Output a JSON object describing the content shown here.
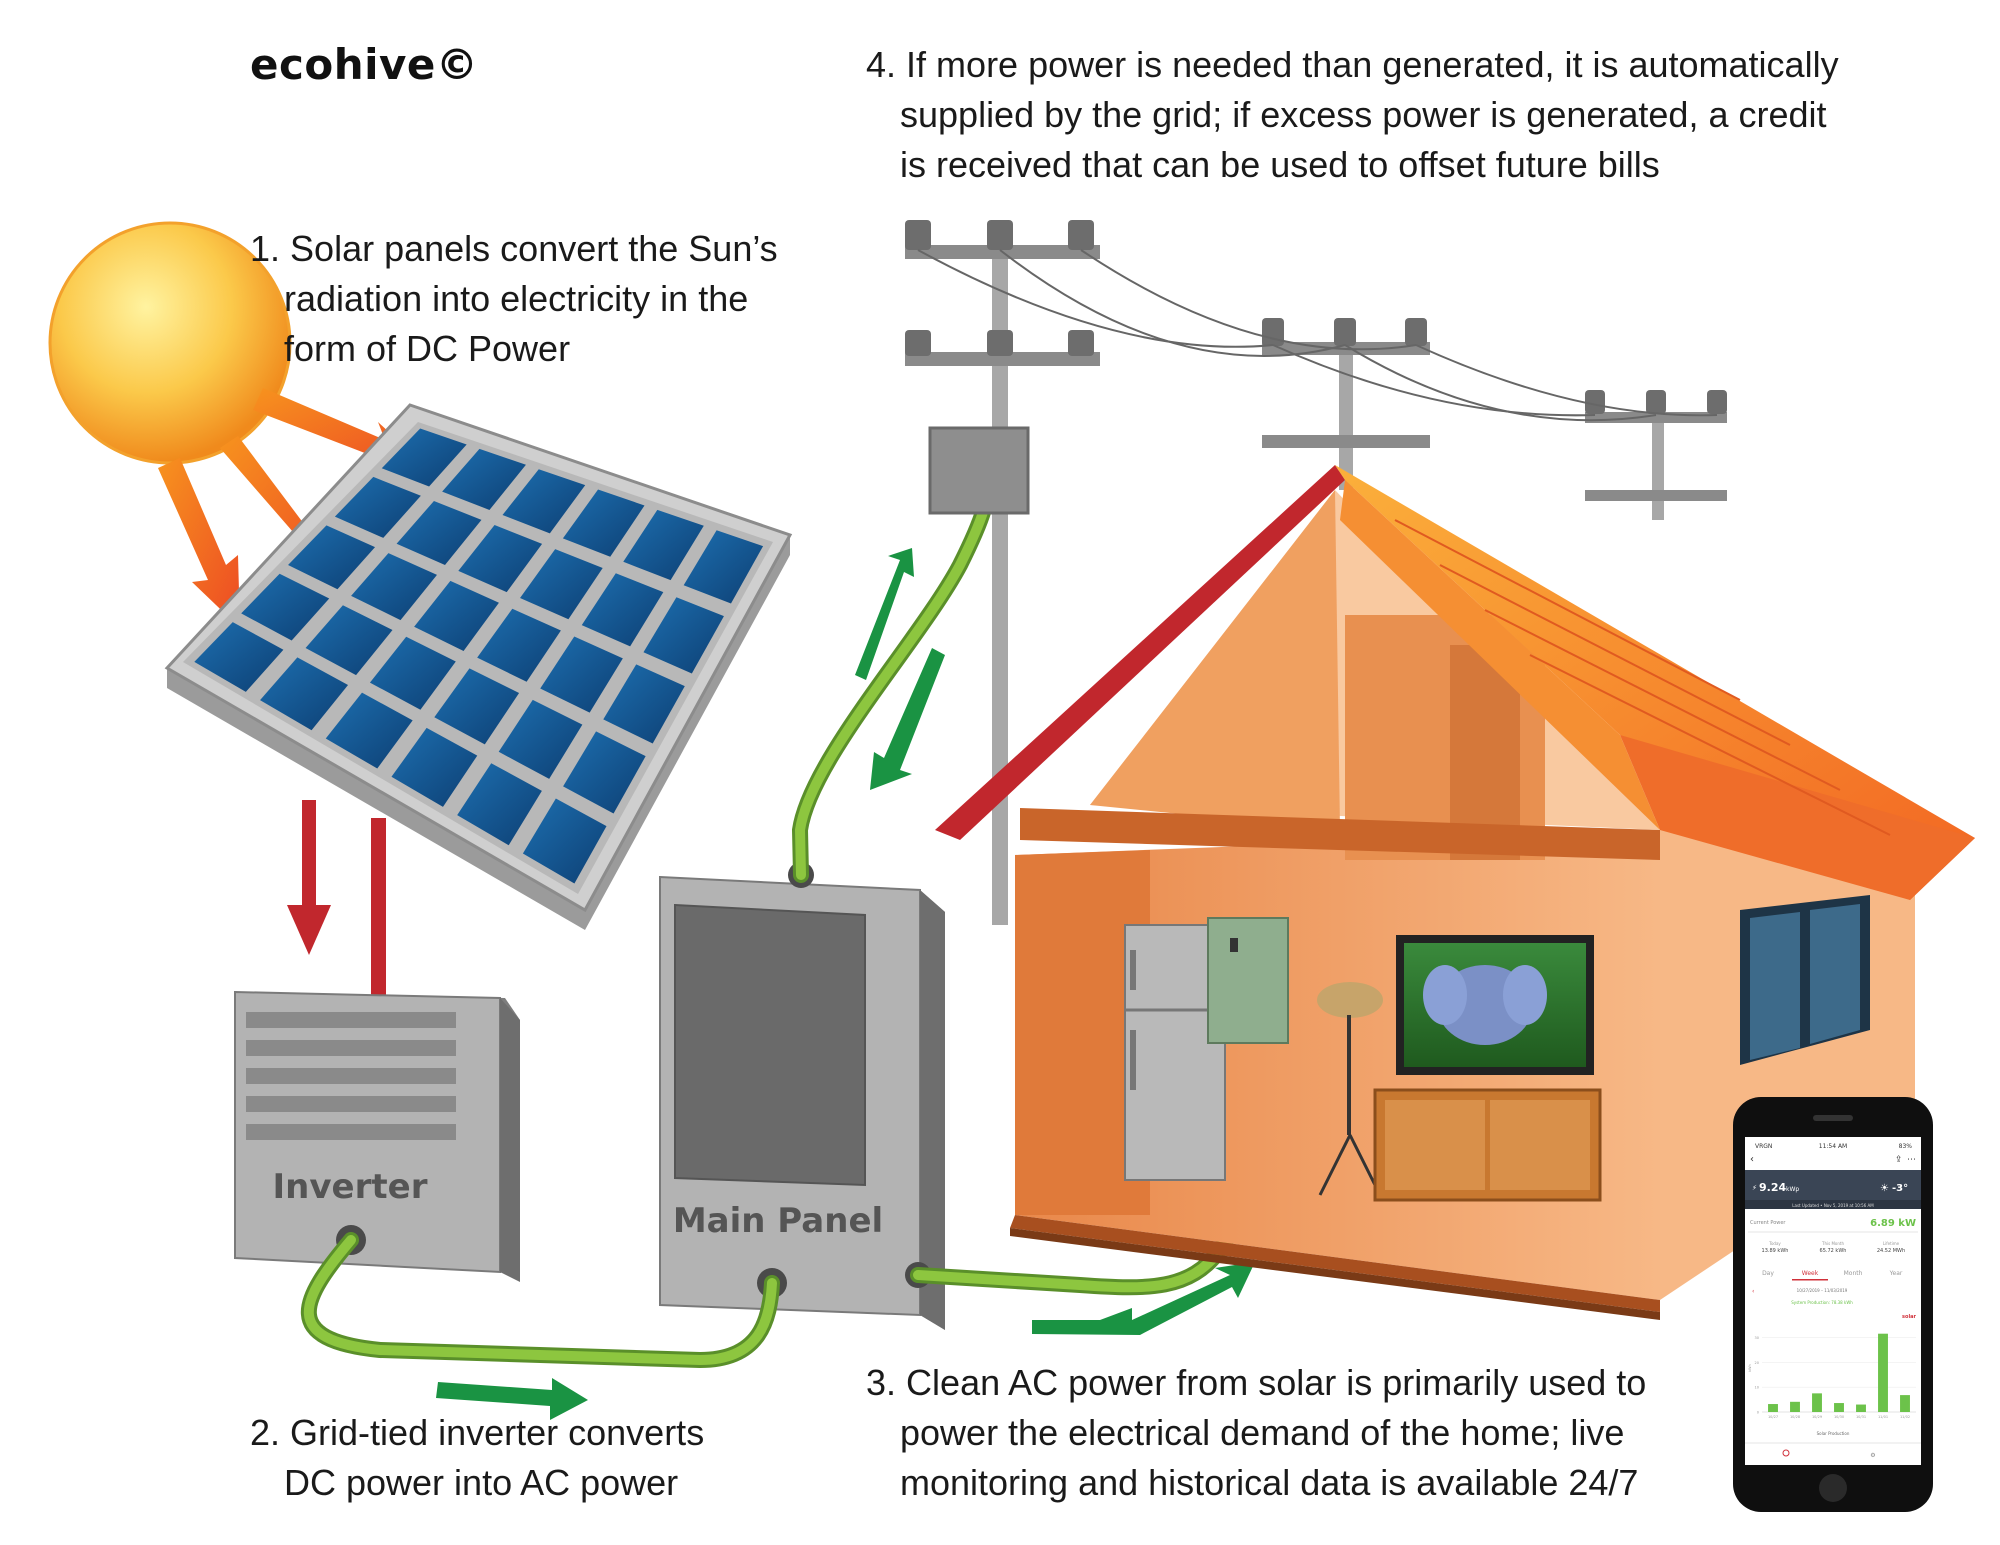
{
  "brand": "ecohive©",
  "steps": [
    {
      "number": "1.",
      "lines": [
        "Solar panels convert the Sun’s",
        "radiation into electricity in the",
        "form of DC Power"
      ]
    },
    {
      "number": "2.",
      "lines": [
        "Grid-tied inverter converts",
        "DC power into AC power"
      ]
    },
    {
      "number": "3.",
      "lines": [
        "Clean AC power from solar is primarily used to",
        "power the electrical demand of the home; live",
        "monitoring and historical data is available 24/7"
      ]
    },
    {
      "number": "4.",
      "lines": [
        "If more power is needed than generated, it is automatically",
        "supplied by the grid; if excess power is generated, a credit",
        "is received that can be used to offset future bills"
      ]
    }
  ],
  "components": {
    "inverter_label": "Inverter",
    "main_panel_label": "Main Panel"
  },
  "phone": {
    "status_carrier": "VRGN",
    "status_time": "11:54 AM",
    "status_battery": "83%",
    "energy_today": "9.24",
    "energy_unit": "kWp",
    "temperature": "-3°",
    "last_updated": "Last Updated • Nov 5, 2019 at 10:56 AM",
    "current_power_label": "Current Power",
    "current_power_value": "6.89 kW",
    "stats": [
      {
        "label": "Today",
        "value": "13.89 kWh"
      },
      {
        "label": "This Month",
        "value": "65.72 kWh"
      },
      {
        "label": "Lifetime",
        "value": "24.52 MWh"
      }
    ],
    "tabs": [
      "Day",
      "Week",
      "Month",
      "Year"
    ],
    "active_tab": "Week",
    "date_range": "10/27/2019 – 11/03/2019",
    "system_production": "System Production: 78.38 kWh",
    "logo": "solar",
    "legend": "Solar Production"
  },
  "chart_data": {
    "type": "bar",
    "categories": [
      "10/27",
      "10/28",
      "10/29",
      "10/30",
      "10/31",
      "11/01",
      "11/02"
    ],
    "values": [
      3.2,
      4.1,
      7.5,
      3.6,
      3.0,
      31.5,
      6.8
    ],
    "ylabel": "kWh",
    "yticks": [
      "0",
      "10",
      "20",
      "30"
    ],
    "ylim": [
      0,
      35
    ],
    "color": "#6cc24a"
  },
  "colors": {
    "sun": "#fbb03b",
    "arrow_sun": "#f7931e",
    "panel_cell": "#1b75bc",
    "dc_arrow": "#c1272d",
    "flow_arrow": "#1a9343",
    "cable": "#8dc63f",
    "roof": "#f7931e",
    "wall": "#f6b184",
    "phone_accent": "#6cc24a"
  }
}
